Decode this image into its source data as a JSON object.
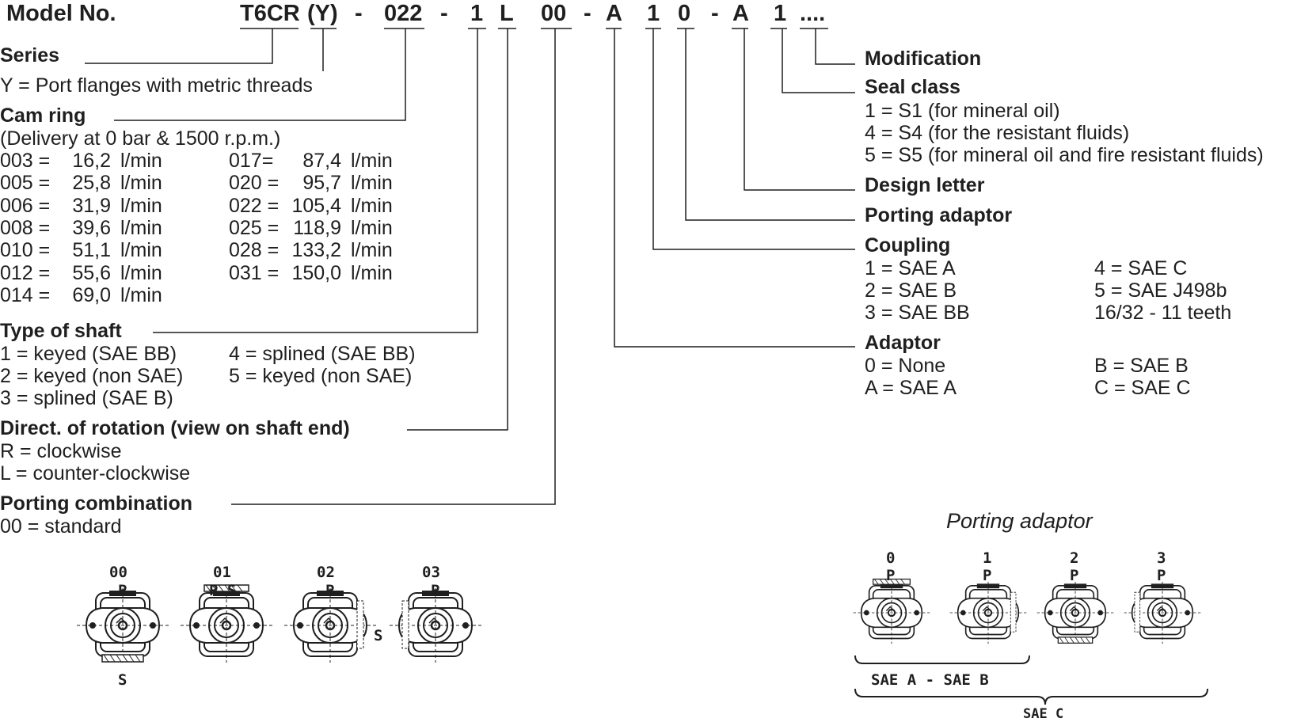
{
  "model_no_label": "Model No.",
  "code": {
    "series": "T6CR",
    "y": "(Y)",
    "dash1": "-",
    "cam": "022",
    "dash2": "-",
    "shaft": "1",
    "rotation": "L",
    "porting": "00",
    "dash3": "-",
    "adaptor": "A",
    "coupling": "1",
    "porting_adaptor": "0",
    "dash4": "-",
    "design": "A",
    "seal": "1",
    "modification": "...."
  },
  "left": {
    "series": {
      "title": "Series",
      "line": "Y = Port flanges with metric threads"
    },
    "cam_ring": {
      "title": "Cam ring",
      "subtitle": "(Delivery at 0 bar & 1500 r.p.m.)",
      "col1": [
        {
          "code": "003 =",
          "value": "16,2",
          "unit": "l/min"
        },
        {
          "code": "005 =",
          "value": "25,8",
          "unit": "l/min"
        },
        {
          "code": "006 =",
          "value": "31,9",
          "unit": "l/min"
        },
        {
          "code": "008 =",
          "value": "39,6",
          "unit": "l/min"
        },
        {
          "code": "010 =",
          "value": "51,1",
          "unit": "l/min"
        },
        {
          "code": "012 =",
          "value": "55,6",
          "unit": "l/min"
        },
        {
          "code": "014 =",
          "value": "69,0",
          "unit": "l/min"
        }
      ],
      "col2": [
        {
          "code": "017=",
          "value": "87,4",
          "unit": "l/min"
        },
        {
          "code": "020 =",
          "value": "95,7",
          "unit": "l/min"
        },
        {
          "code": "022 =",
          "value": "105,4",
          "unit": "l/min"
        },
        {
          "code": "025 =",
          "value": "118,9",
          "unit": "l/min"
        },
        {
          "code": "028 =",
          "value": "133,2",
          "unit": "l/min"
        },
        {
          "code": "031 =",
          "value": "150,0",
          "unit": "l/min"
        }
      ]
    },
    "shaft": {
      "title": "Type of shaft",
      "col1": [
        "1 = keyed (SAE BB)",
        "2 = keyed (non SAE)",
        "3 = splined (SAE B)"
      ],
      "col2": [
        "4 = splined (SAE BB)",
        "5 = keyed (non SAE)"
      ]
    },
    "rotation": {
      "title": "Direct. of rotation (view on shaft end)",
      "items": [
        "R = clockwise",
        "L = counter-clockwise"
      ]
    },
    "porting": {
      "title": "Porting combination",
      "items": [
        "00 = standard"
      ]
    }
  },
  "right": {
    "modification": {
      "title": "Modification"
    },
    "seal": {
      "title": "Seal class",
      "items": [
        "1 = S1 (for mineral oil)",
        "4 = S4 (for the resistant fluids)",
        "5 = S5 (for mineral oil and fire resistant fluids)"
      ]
    },
    "design": {
      "title": "Design letter"
    },
    "porting_adaptor": {
      "title": "Porting adaptor"
    },
    "coupling": {
      "title": "Coupling",
      "col1": [
        "1 = SAE A",
        "2 = SAE B",
        "3 = SAE BB"
      ],
      "col2": [
        "4 = SAE C",
        "5 = SAE J498b",
        "16/32 - 11 teeth"
      ]
    },
    "adaptor": {
      "title": "Adaptor",
      "col1": [
        "0 = None",
        "A = SAE A"
      ],
      "col2": [
        "B = SAE B",
        "C = SAE C"
      ]
    }
  },
  "porting_figures": [
    {
      "code": "00",
      "top": "P",
      "bottom": "S",
      "side": ""
    },
    {
      "code": "01",
      "top": "P S",
      "bottom": "",
      "side": ""
    },
    {
      "code": "02",
      "top": "P",
      "bottom": "",
      "side": "S"
    },
    {
      "code": "03",
      "top": "P",
      "bottom": "",
      "side": ""
    }
  ],
  "adaptor_section": {
    "title": "Porting adaptor",
    "figures": [
      {
        "code": "0",
        "port": "P"
      },
      {
        "code": "1",
        "port": "P"
      },
      {
        "code": "2",
        "port": "P"
      },
      {
        "code": "3",
        "port": "P"
      }
    ],
    "bracket_ab": "SAE A - SAE B",
    "bracket_c": "SAE C"
  }
}
